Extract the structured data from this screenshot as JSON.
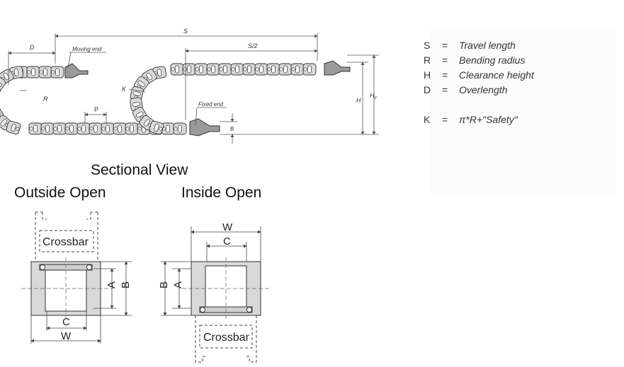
{
  "legend": [
    {
      "symbol": "S",
      "eq": "=",
      "desc": "Travel length"
    },
    {
      "symbol": "R",
      "eq": "=",
      "desc": "Bending radius"
    },
    {
      "symbol": "H",
      "eq": "=",
      "desc": "Clearance height"
    },
    {
      "symbol": "D",
      "eq": "=",
      "desc": "Overlength"
    },
    {
      "symbol": "K",
      "eq": "=",
      "desc": "π*R+\"Safety\""
    }
  ],
  "chain_diagram": {
    "dim_s": "S",
    "dim_s_half": "S/2",
    "dim_d": "D",
    "dim_r": "R",
    "dim_k": "K",
    "dim_p": "P",
    "dim_h": "H",
    "dim_hf": "H",
    "dim_hf_sub": "F",
    "dim_b": "B",
    "moving_end": "Moving end",
    "fixed_end": "Fixed end"
  },
  "section": {
    "title": "Sectional View",
    "outside_open": "Outside Open",
    "inside_open": "Inside Open",
    "crossbar": "Crossbar",
    "label_w": "W",
    "label_c": "C",
    "label_a": "A",
    "label_b": "B"
  },
  "colors": {
    "link_fill": "#d9d9d9",
    "stroke": "#333333",
    "dim_line": "#555555"
  }
}
